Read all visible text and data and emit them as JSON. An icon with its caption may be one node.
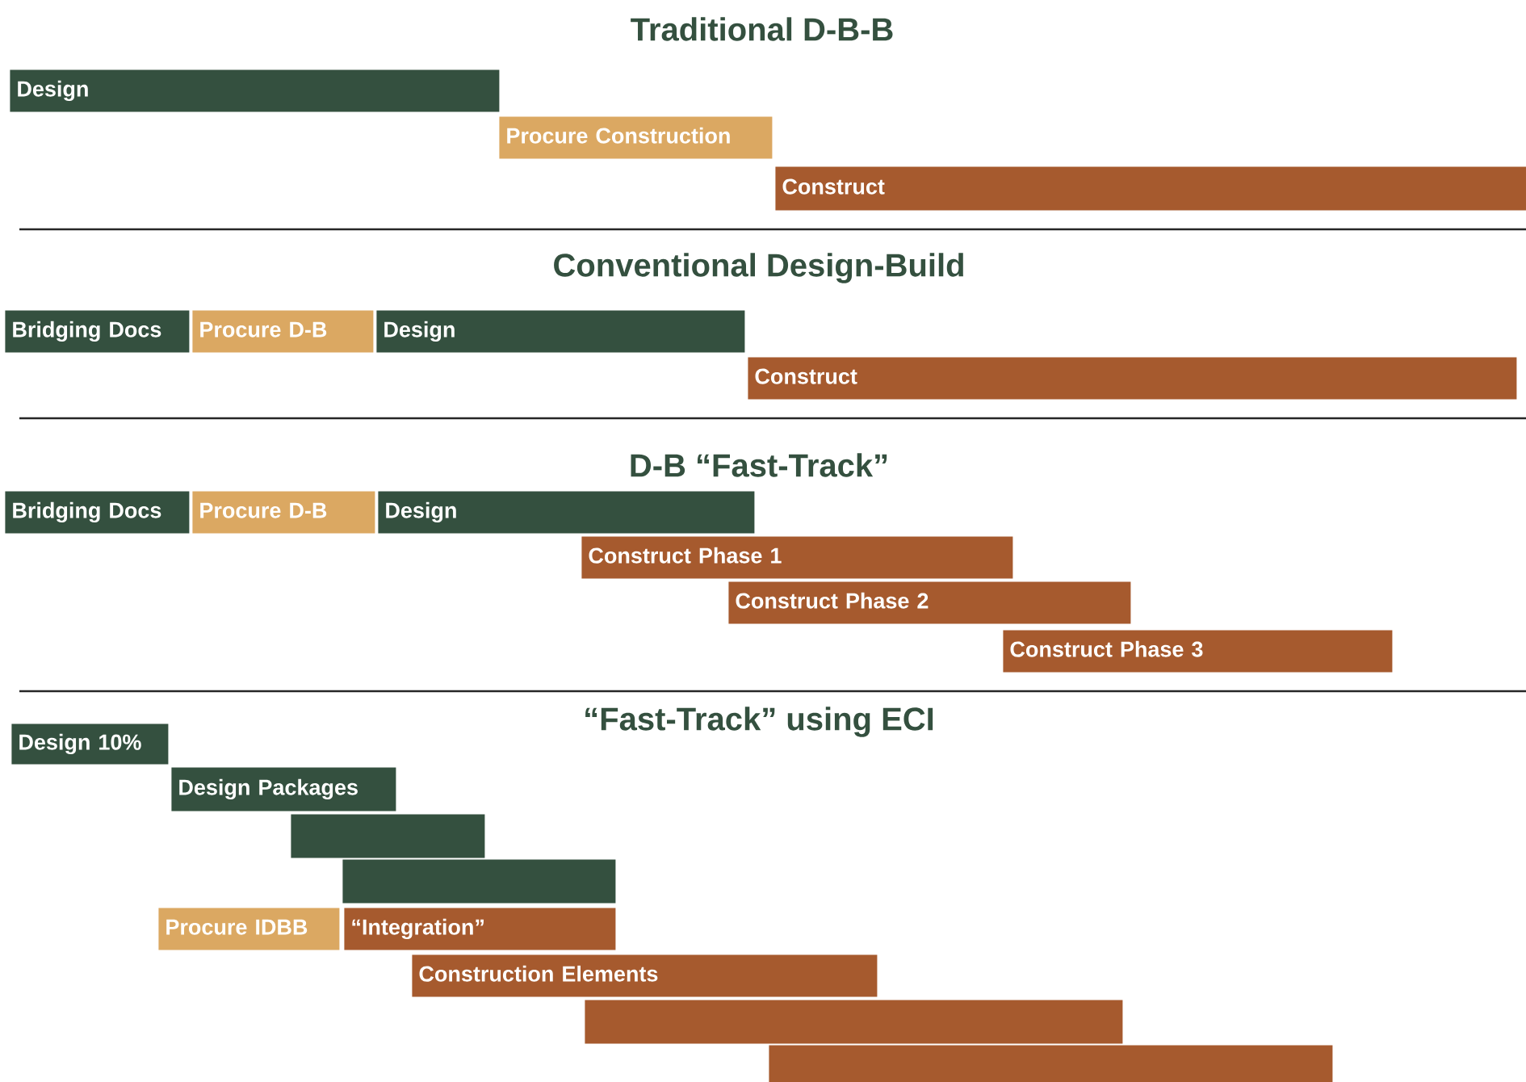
{
  "diagram": {
    "nodes": [
      {
        "text": [
          "Design"
        ]
      },
      {
        "text": [
          "Procure Construction"
        ]
      },
      {
        "text": [
          "Construct"
        ]
      },
      {
        "text": [
          "Bridging Docs"
        ]
      },
      {
        "text": [
          "Procure D-B"
        ]
      },
      {
        "text": [
          "Design"
        ]
      },
      {
        "text": [
          "Construct"
        ]
      },
      {
        "text": [
          "Bridging Docs"
        ]
      },
      {
        "text": [
          "Procure D-B"
        ]
      },
      {
        "text": [
          "Design"
        ]
      },
      {
        "text": [
          "Construct Phase 1"
        ]
      },
      {
        "text": [
          "Construct Phase 2"
        ]
      },
      {
        "text": [
          "Construct Phase 3"
        ]
      },
      {
        "text": [
          "Design 10%"
        ]
      },
      {
        "text": [
          "Design Packages"
        ]
      },
      {
        "text": [],
        "shape": "bar"
      },
      {
        "text": [],
        "shape": "bar"
      },
      {
        "text": [
          "Procure IDBB"
        ]
      },
      {
        "text": [
          "“Integration”"
        ]
      },
      {
        "text": [
          "Construction Elements"
        ]
      },
      {
        "text": [],
        "shape": "bar"
      },
      {
        "text": [],
        "shape": "bar"
      }
    ],
    "labels": [
      "Traditional D-B-B",
      "Conventional Design-Build",
      "D-B “Fast-Track”",
      "“Fast-Track” using ECI"
    ]
  }
}
